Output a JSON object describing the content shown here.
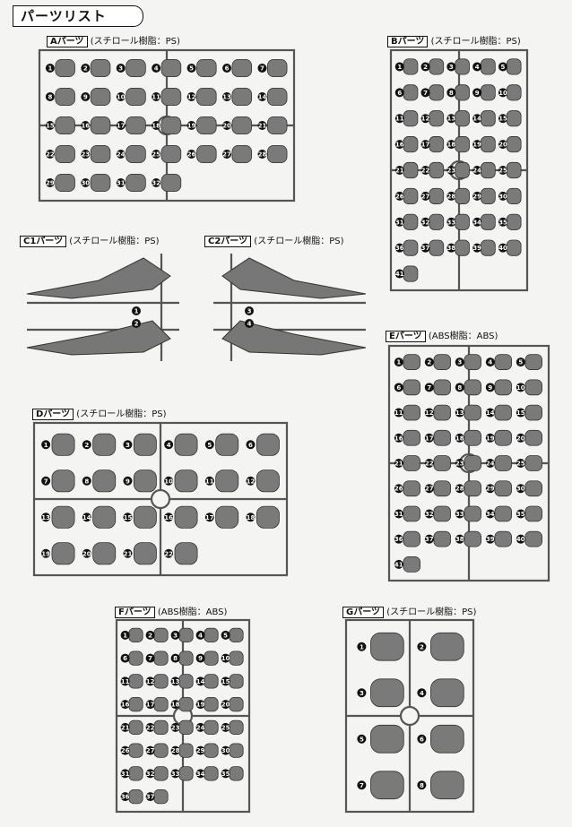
{
  "title": "パーツリスト",
  "sheets": [
    {
      "id": "A",
      "label": "Aパーツ",
      "material": "(スチロール樹脂：PS)",
      "numbers": [
        "1",
        "2",
        "3",
        "4",
        "5",
        "6",
        "7",
        "8",
        "9",
        "10",
        "11",
        "12",
        "13",
        "14",
        "15",
        "16",
        "17",
        "18",
        "19",
        "20",
        "21",
        "22",
        "23",
        "24",
        "25",
        "26",
        "27",
        "28",
        "29",
        "30",
        "31",
        "32"
      ]
    },
    {
      "id": "B",
      "label": "Bパーツ",
      "material": "(スチロール樹脂：PS)",
      "numbers": [
        "1",
        "2",
        "3",
        "4",
        "5",
        "6",
        "7",
        "8",
        "9",
        "10",
        "11",
        "12",
        "13",
        "14",
        "15",
        "16",
        "17",
        "18",
        "19",
        "20",
        "21",
        "22",
        "23",
        "24",
        "25",
        "26",
        "27",
        "28",
        "29",
        "30",
        "31",
        "32",
        "33",
        "34",
        "35",
        "36",
        "37",
        "38",
        "39",
        "40",
        "41"
      ]
    },
    {
      "id": "C1",
      "label": "C1パーツ",
      "material": "(スチロール樹脂：PS)",
      "numbers": [
        "1",
        "2"
      ]
    },
    {
      "id": "C2",
      "label": "C2パーツ",
      "material": "(スチロール樹脂：PS)",
      "numbers": [
        "3",
        "4"
      ]
    },
    {
      "id": "D",
      "label": "Dパーツ",
      "material": "(スチロール樹脂：PS)",
      "numbers": [
        "1",
        "2",
        "3",
        "4",
        "5",
        "6",
        "7",
        "8",
        "9",
        "10",
        "11",
        "12",
        "13",
        "14",
        "15",
        "16",
        "17",
        "18",
        "19",
        "20",
        "21",
        "22"
      ]
    },
    {
      "id": "E",
      "label": "Eパーツ",
      "material": "(ABS樹脂：ABS)",
      "numbers": [
        "1",
        "2",
        "3",
        "4",
        "5",
        "6",
        "7",
        "8",
        "9",
        "10",
        "11",
        "12",
        "13",
        "14",
        "15",
        "16",
        "17",
        "18",
        "19",
        "20",
        "21",
        "22",
        "23",
        "24",
        "25",
        "26",
        "27",
        "28",
        "29",
        "30",
        "31",
        "32",
        "33",
        "34",
        "35",
        "36",
        "37",
        "38",
        "39",
        "40",
        "41"
      ]
    },
    {
      "id": "F",
      "label": "Fパーツ",
      "material": "(ABS樹脂：ABS)",
      "numbers": [
        "1",
        "2",
        "3",
        "4",
        "5",
        "6",
        "7",
        "8",
        "9",
        "10",
        "11",
        "12",
        "13",
        "14",
        "15",
        "16",
        "17",
        "18",
        "19",
        "20",
        "21",
        "22",
        "23",
        "24",
        "25",
        "26",
        "27",
        "28",
        "29",
        "30",
        "31",
        "32",
        "33",
        "34",
        "35",
        "36",
        "37"
      ]
    },
    {
      "id": "G",
      "label": "Gパーツ",
      "material": "(スチロール樹脂：PS)",
      "numbers": [
        "1",
        "2",
        "3",
        "4",
        "5",
        "6",
        "7",
        "8"
      ]
    }
  ]
}
